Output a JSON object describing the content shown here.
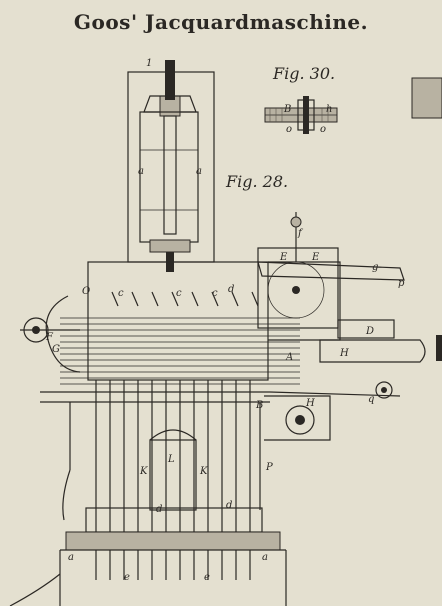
{
  "title": "Goos' Jacquardmaschine.",
  "figures": {
    "fig30": "Fig. 30.",
    "fig28": "Fig. 28."
  },
  "labels": {
    "top_one": "1",
    "a_left": "a",
    "a_right": "a",
    "fig30_B": "B",
    "fig30_h": "h",
    "fig30_o1": "o",
    "fig30_o2": "o",
    "f": "f",
    "E1": "E",
    "E2": "E",
    "g": "g",
    "p": "p",
    "O": "O",
    "c1": "c",
    "c2": "c",
    "c3": "c",
    "d1": "d",
    "D": "D",
    "F": "F",
    "G": "G",
    "A": "A",
    "H1": "H",
    "H2": "H",
    "B": "B",
    "L": "L",
    "K1": "K",
    "K2": "K",
    "P": "P",
    "d2": "d",
    "d3": "d",
    "e1": "e",
    "e2": "e",
    "a_bottom_left": "a",
    "a_bottom_right": "a",
    "q": "q"
  },
  "colors": {
    "paper": "#e4e0d0",
    "ink": "#2b2824"
  }
}
